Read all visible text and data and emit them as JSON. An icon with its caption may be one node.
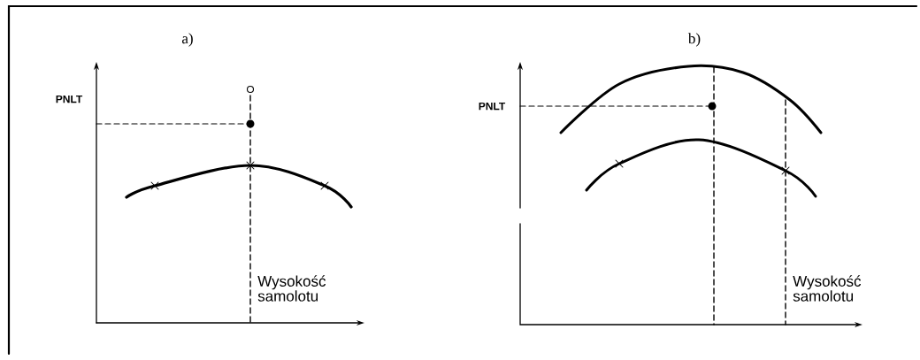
{
  "diagram": {
    "labels": [
      "a)",
      "PNLT",
      "Wysokość samolotu",
      "b)",
      "PNLT",
      "Wysokość samolotu"
    ]
  }
}
